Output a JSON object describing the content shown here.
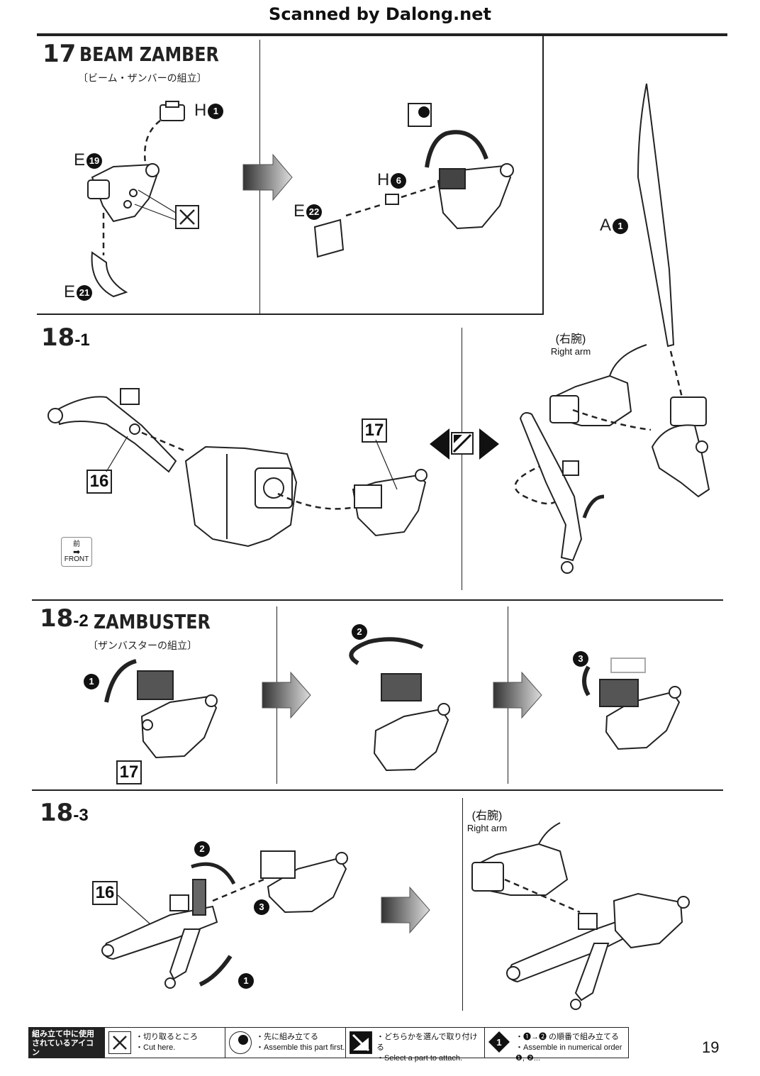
{
  "header": {
    "scanned_by": "Scanned by Dalong.net"
  },
  "step17": {
    "num": "17",
    "title": "BEAM ZAMBER",
    "jp": "〔ビーム・ザンバーの組立〕",
    "parts": {
      "h1": "H",
      "h1_n": "1",
      "e19": "E",
      "e19_n": "19",
      "e21": "E",
      "e21_n": "21",
      "h6": "H",
      "h6_n": "6",
      "e22": "E",
      "e22_n": "22",
      "a1": "A",
      "a1_n": "1"
    }
  },
  "step18_1": {
    "num": "18",
    "sub": "-1",
    "box16": "16",
    "box17": "17",
    "front_jp": "前",
    "front_en": "FRONT",
    "right_arm_jp": "(右腕)",
    "right_arm_en": "Right arm"
  },
  "step18_2": {
    "num": "18",
    "sub": "-2",
    "title": "ZAMBUSTER",
    "jp": "〔ザンバスターの組立〕",
    "box17": "17",
    "marks": [
      "1",
      "2",
      "3"
    ]
  },
  "step18_3": {
    "num": "18",
    "sub": "-3",
    "box16": "16",
    "marks": [
      "1",
      "2",
      "3"
    ],
    "right_arm_jp": "(右腕)",
    "right_arm_en": "Right arm"
  },
  "legend": {
    "title_jp1": "組み立て中に使用",
    "title_jp2": "されているアイコン",
    "title_en": "Symbols used in instructions",
    "cut_jp": "・切り取るところ",
    "cut_en": "・Cut here.",
    "first_jp": "・先に組み立てる",
    "first_en": "・Assemble this part first.",
    "choose_jp": "・どちらかを選んで取り付ける",
    "choose_en": "・Select a part to attach.",
    "order_jp": "・❶→❷ の順番で組み立てる",
    "order_en": "・Assemble in numerical order ❶, ❷..."
  },
  "page_number": "19"
}
